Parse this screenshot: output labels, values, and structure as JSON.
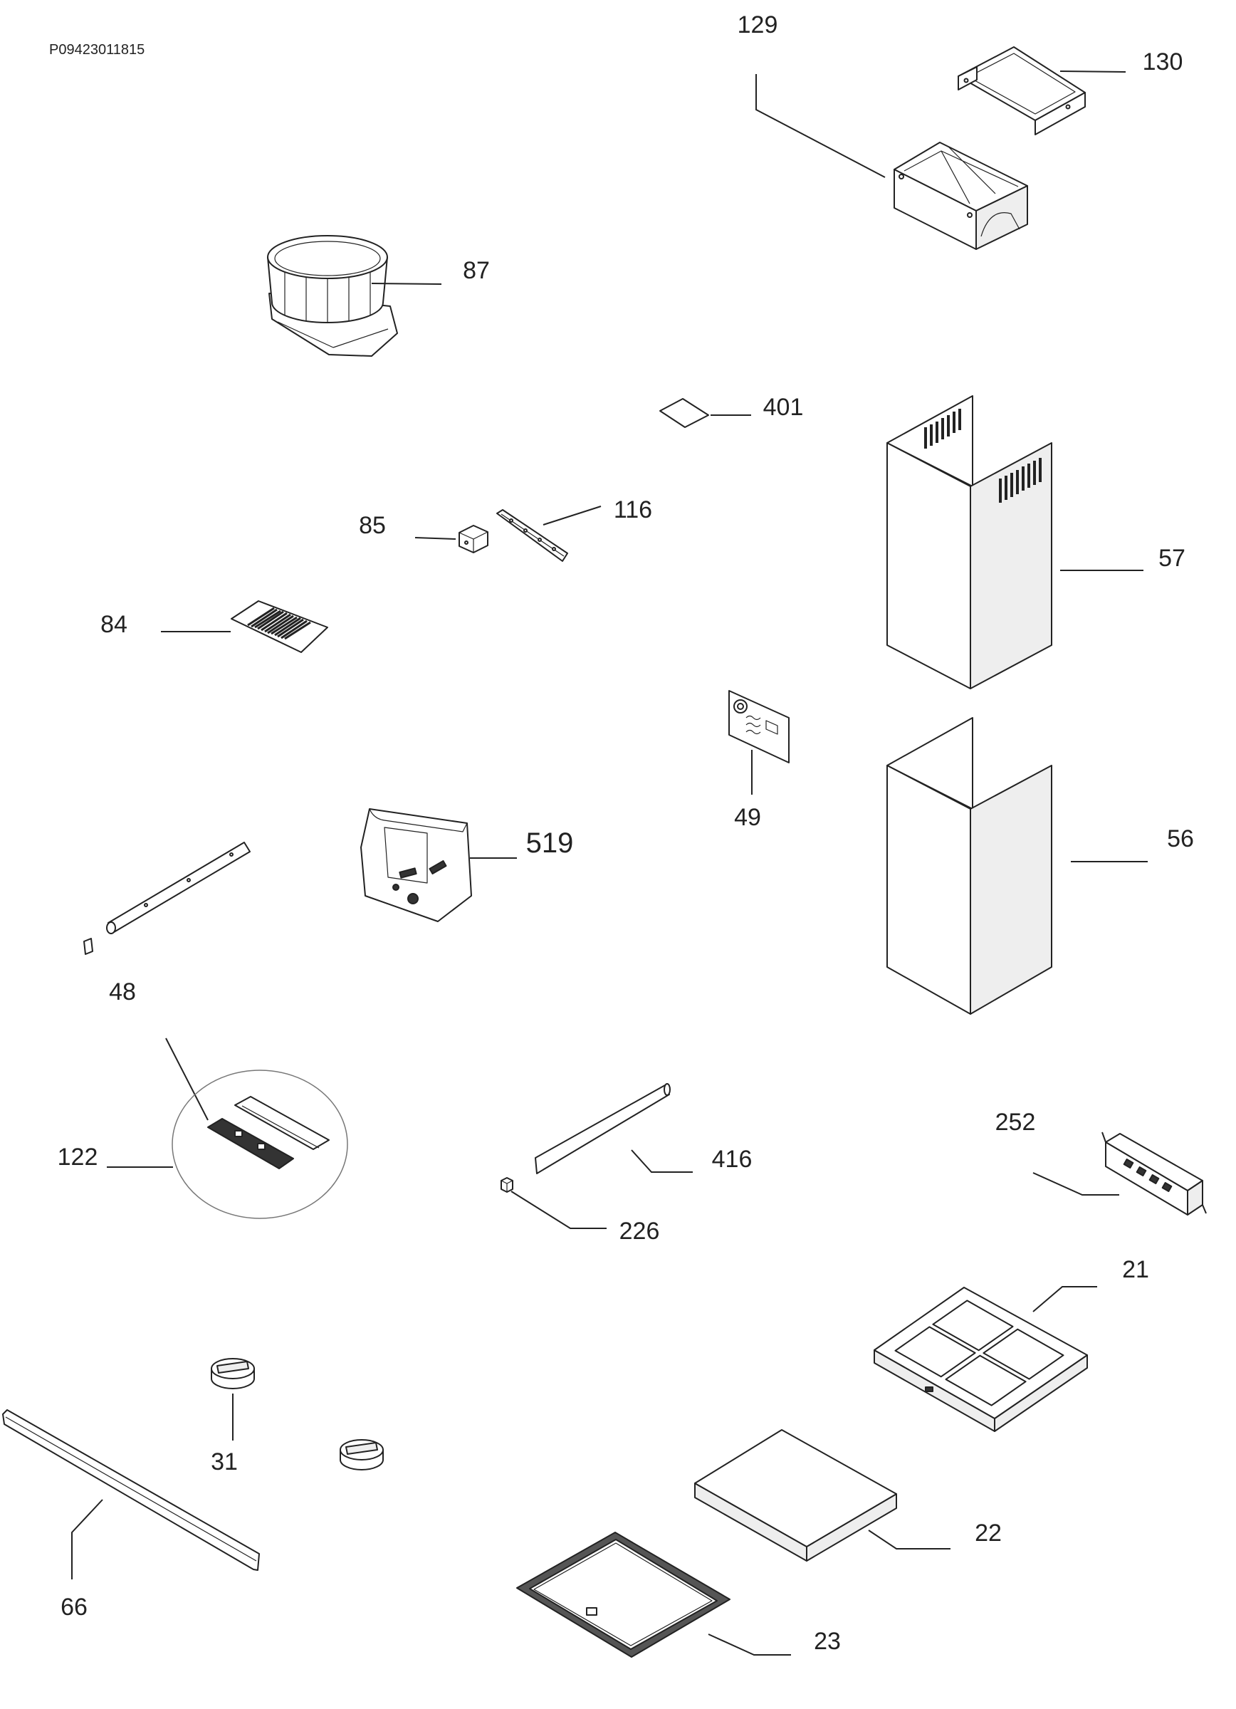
{
  "document_code": "P09423011815",
  "callouts": [
    "129",
    "130",
    "87",
    "401",
    "85",
    "116",
    "57",
    "84",
    "49",
    "519",
    "56",
    "48",
    "122",
    "416",
    "252",
    "226",
    "21",
    "31",
    "66",
    "22",
    "23"
  ]
}
